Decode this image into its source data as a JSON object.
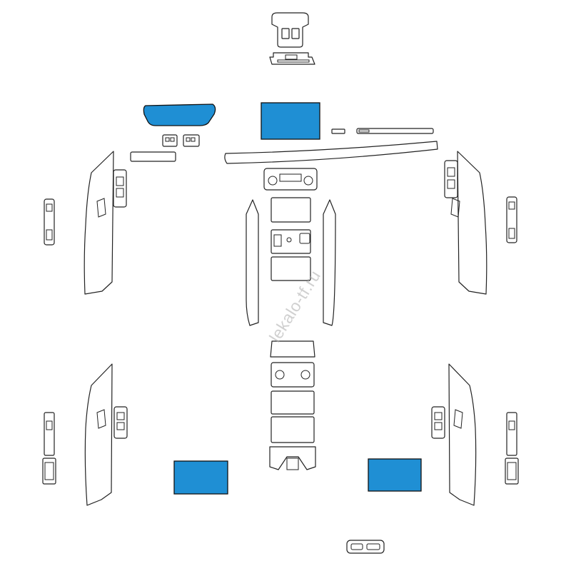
{
  "watermark": {
    "text": "lekalo-tf.ru"
  },
  "colors": {
    "film_fill": "#1f8fd4",
    "outline": "#222222",
    "background": "#ffffff"
  },
  "parts": [
    "overhead-console",
    "instrument-cluster-film",
    "multimedia-screen-film",
    "climate-screen-film",
    "dashboard-trim-strip",
    "front-left-door-panel",
    "front-right-door-panel",
    "rear-left-door-panel",
    "rear-right-door-panel",
    "center-console-front",
    "center-console-rear",
    "rear-left-screen-film",
    "rear-right-screen-film"
  ]
}
